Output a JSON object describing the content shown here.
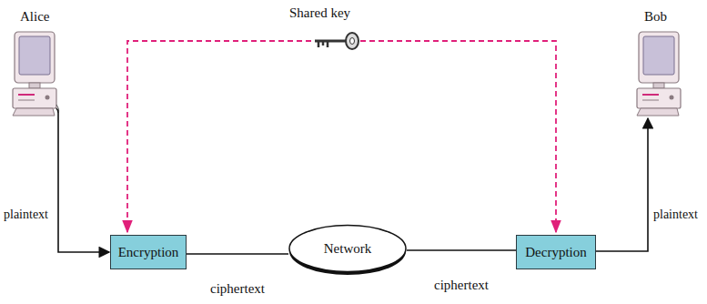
{
  "diagram": {
    "nodes": [
      {
        "text": [
          "Encryption"
        ]
      },
      {
        "text": [
          "Network"
        ]
      },
      {
        "text": [
          "Decryption"
        ]
      }
    ],
    "edges": [
      {
        "from": 0,
        "to": 1,
        "arrow": "none",
        "label": "ciphertext"
      },
      {
        "from": 1,
        "to": 2,
        "arrow": "none",
        "label": "ciphertext"
      }
    ],
    "labels": [
      "Alice",
      "Shared key",
      "Bob",
      "plaintext",
      "plaintext"
    ]
  }
}
